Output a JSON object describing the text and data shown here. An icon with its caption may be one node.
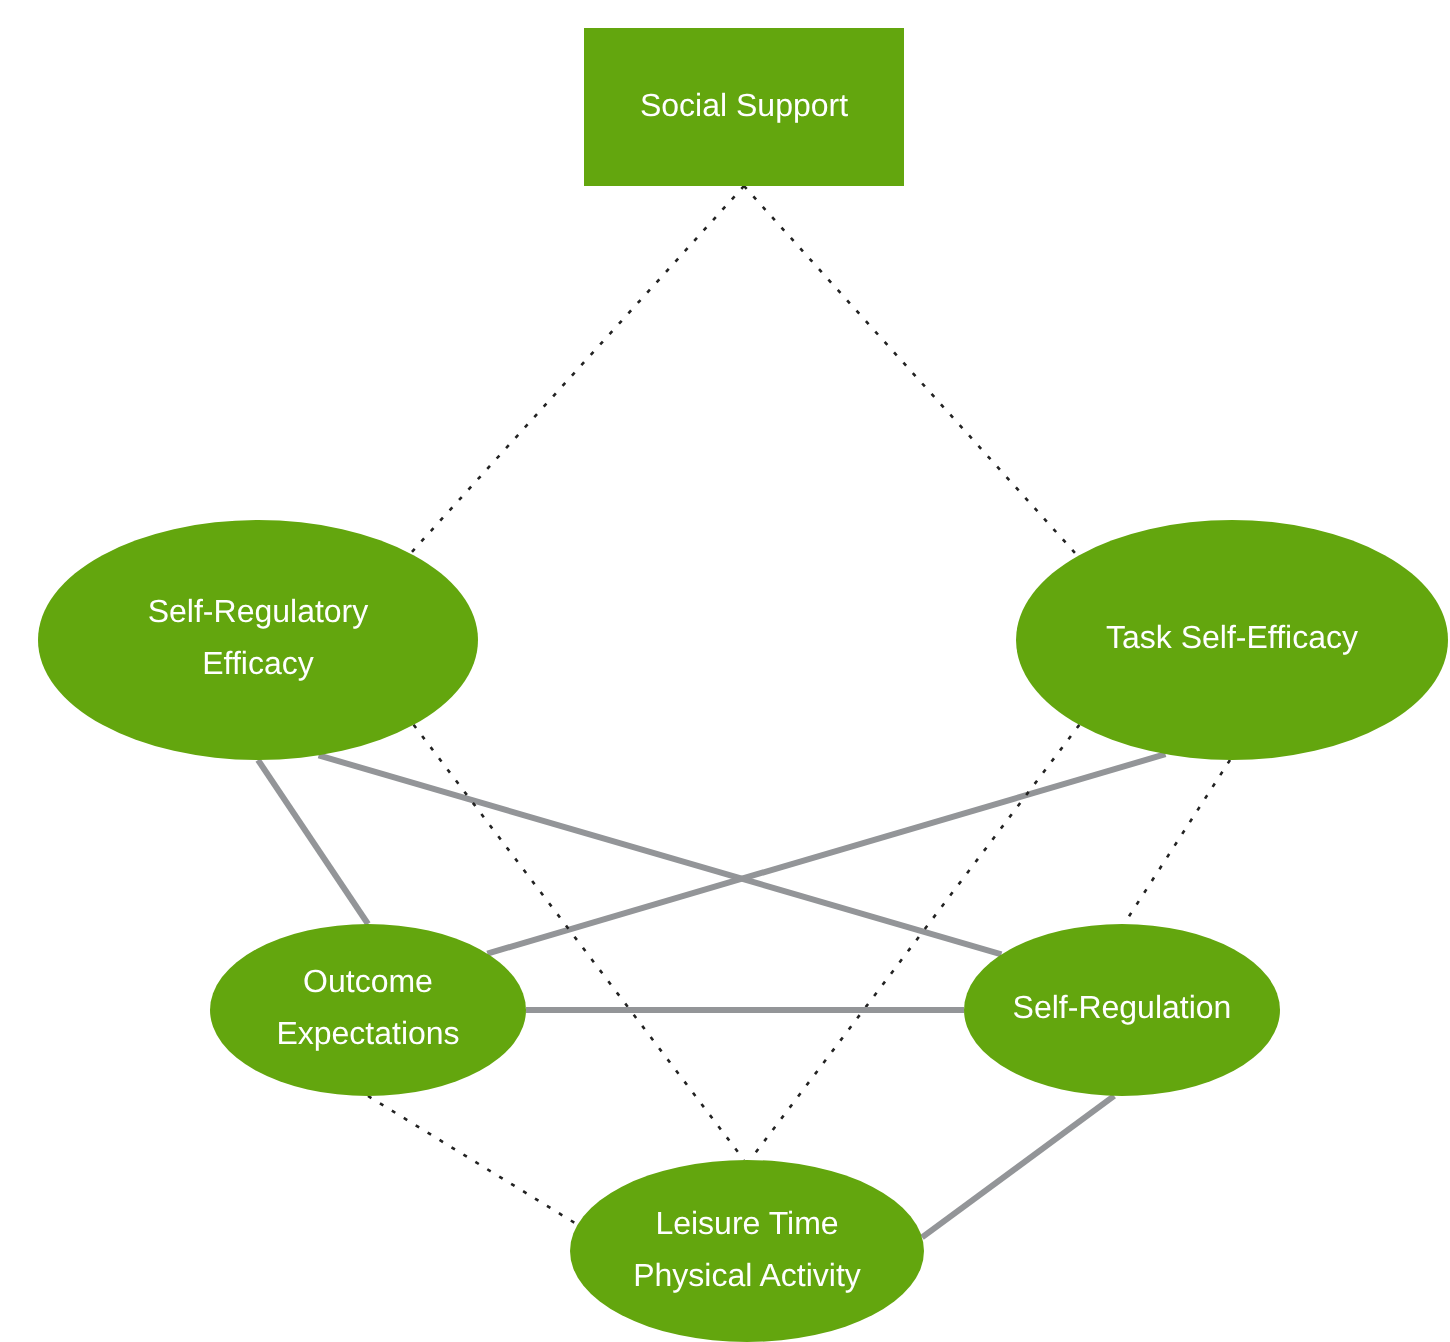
{
  "diagram": {
    "nodes": [
      {
        "text": [
          "Social Support"
        ]
      },
      {
        "text": [
          "Self-Regulatory Efficacy"
        ]
      },
      {
        "text": [
          "Task Self-Efficacy"
        ]
      },
      {
        "text": [
          "Outcome Expectations"
        ]
      },
      {
        "text": [
          "Self-Regulation"
        ]
      },
      {
        "text": [
          "Leisure Time Physical Activity"
        ]
      }
    ],
    "edges": [
      {
        "from": 0,
        "to": 1,
        "arrow": "none",
        "style": "dashed"
      },
      {
        "from": 0,
        "to": 2,
        "arrow": "none",
        "style": "dashed"
      },
      {
        "from": 1,
        "to": 3,
        "arrow": "none",
        "style": "thick",
        "color": "#939598"
      },
      {
        "from": 1,
        "to": 4,
        "arrow": "none",
        "style": "thick",
        "color": "#939598"
      },
      {
        "from": 2,
        "to": 3,
        "arrow": "none",
        "style": "thick",
        "color": "#939598"
      },
      {
        "from": 1,
        "to": 5,
        "arrow": "none",
        "style": "dashed"
      },
      {
        "from": 2,
        "to": 5,
        "arrow": "none",
        "style": "dashed"
      },
      {
        "from": 2,
        "to": 4,
        "arrow": "none",
        "style": "dashed"
      },
      {
        "from": 3,
        "to": 4,
        "arrow": "none",
        "style": "thick",
        "color": "#939598"
      },
      {
        "from": 3,
        "to": 5,
        "arrow": "none",
        "style": "dashed"
      },
      {
        "from": 4,
        "to": 5,
        "arrow": "none",
        "style": "thick",
        "color": "#939598"
      }
    ]
  }
}
